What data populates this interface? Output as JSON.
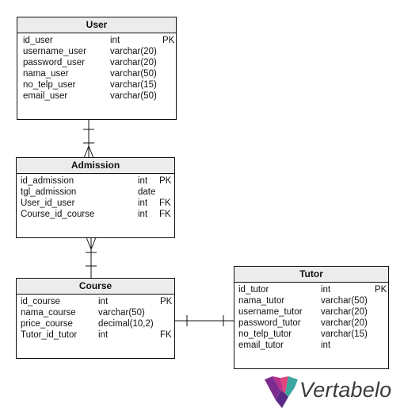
{
  "entities": {
    "user": {
      "title": "User",
      "columns": [
        {
          "name": "id_user",
          "type": "int",
          "key": "PK"
        },
        {
          "name": "username_user",
          "type": "varchar(20)",
          "key": ""
        },
        {
          "name": "password_user",
          "type": "varchar(20)",
          "key": ""
        },
        {
          "name": "nama_user",
          "type": "varchar(50)",
          "key": ""
        },
        {
          "name": "no_telp_user",
          "type": "varchar(15)",
          "key": ""
        },
        {
          "name": "email_user",
          "type": "varchar(50)",
          "key": ""
        }
      ]
    },
    "admission": {
      "title": "Admission",
      "columns": [
        {
          "name": "id_admission",
          "type": "int",
          "key": "PK"
        },
        {
          "name": "tgl_admission",
          "type": "date",
          "key": ""
        },
        {
          "name": "User_id_user",
          "type": "int",
          "key": "FK"
        },
        {
          "name": "Course_id_course",
          "type": "int",
          "key": "FK"
        }
      ]
    },
    "course": {
      "title": "Course",
      "columns": [
        {
          "name": "id_course",
          "type": "int",
          "key": "PK"
        },
        {
          "name": "nama_course",
          "type": "varchar(50)",
          "key": ""
        },
        {
          "name": "price_course",
          "type": "decimal(10,2)",
          "key": ""
        },
        {
          "name": "Tutor_id_tutor",
          "type": "int",
          "key": "FK"
        }
      ]
    },
    "tutor": {
      "title": "Tutor",
      "columns": [
        {
          "name": "id_tutor",
          "type": "int",
          "key": "PK"
        },
        {
          "name": "nama_tutor",
          "type": "varchar(50)",
          "key": ""
        },
        {
          "name": "username_tutor",
          "type": "varchar(20)",
          "key": ""
        },
        {
          "name": "password_tutor",
          "type": "varchar(20)",
          "key": ""
        },
        {
          "name": "no_telp_tutor",
          "type": "varchar(15)",
          "key": ""
        },
        {
          "name": "email_tutor",
          "type": "int",
          "key": ""
        }
      ]
    }
  },
  "logo": {
    "wordmark": "Vertabelo"
  }
}
